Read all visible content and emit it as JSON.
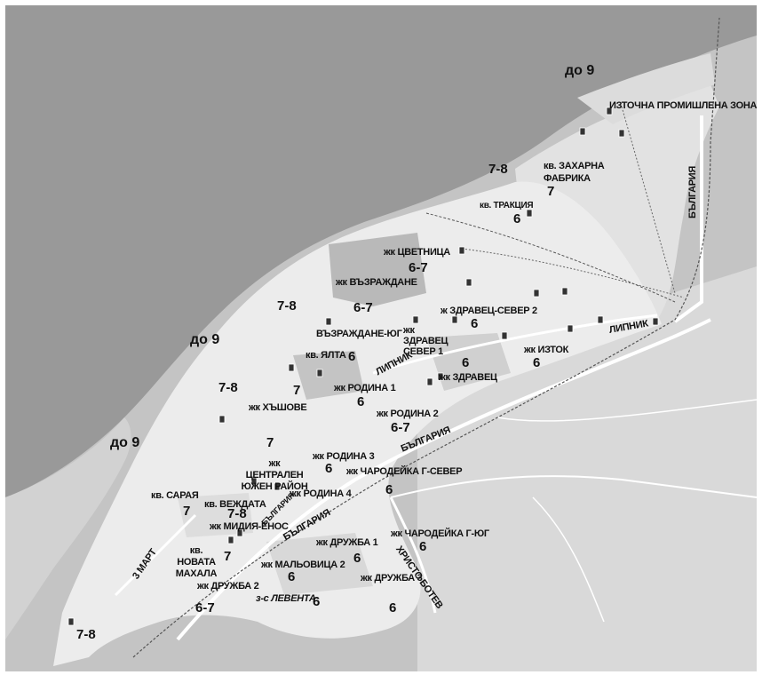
{
  "map": {
    "colors": {
      "river": "#999999",
      "land_far": "#c4c4c4",
      "land_near": "#d9d9d9",
      "city": "#ececec",
      "dense": "#b9b9b9",
      "road": "#ffffff",
      "rail": "#555555"
    },
    "icon": "bus-stop-icon",
    "districts": {
      "iztochna": "ИЗТОЧНА ПРОМИШЛЕНА ЗОНА",
      "zaharna": "кв. ЗАХАРНА ФАБРИКА",
      "trakciya": "кв. ТРАКЦИЯ",
      "cvetnica": "жк ЦВЕТНИЦА",
      "vazrazhdane": "жк ВЪЗРАЖДАНЕ",
      "zdravec_sever2": "ж ЗДРАВЕЦ-СЕВЕР 2",
      "vazrazhdane_yug": "ВЪЗРАЖДАНЕ-ЮГ",
      "zdravec_sever1": "жк ЗДРАВЕЦ СЕВЕР 1",
      "yalta": "кв. ЯЛТА",
      "iztok": "жк ИЗТОК",
      "zdravec": "жк ЗДРАВЕЦ",
      "rodina1": "жк РОДИНА 1",
      "hashove": "жк ХЪШОВЕ",
      "rodina2": "жк РОДИНА 2",
      "rodina3": "жк РОДИНА 3",
      "centralen": "жк ЦЕНТРАЛЕН ЮЖЕН РАЙОН",
      "charodeyka": "жк ЧАРОДЕЙКА Г-СЕВЕР",
      "rodina4": "жк РОДИНА 4",
      "saraya": "кв. САРАЯ",
      "vezhdata": "кв. ВЕЖДАТА",
      "midiya": "жк МИДИЯ-ЕНОС",
      "charodeyka_yug": "жк ЧАРОДЕЙКА Г-ЮГ",
      "novata": "кв. НОВАТА МАХАЛА",
      "druzhba1": "жк ДРУЖБА 1",
      "malvovica": "жк МАЛЬОВИЦА 2",
      "druzhba3": "жк ДРУЖБА 3",
      "druzhba2": "жк ДРУЖБА 2",
      "leventa": "з-с ЛЕВЕНТА"
    },
    "streets": {
      "bulgaria1": "БЪЛГАРИЯ",
      "bulgaria2": "БЪЛГАРИЯ",
      "bulgaria3": "БЪЛГАРИЯ",
      "bulgaria4": "БЪЛГАРИЯ",
      "lipnik1": "ЛИПНИК",
      "lipnik2": "ЛИПНИК",
      "hristo_botev": "ХРИСТО БОТЕВ",
      "tri_mart": "3 МАРТ"
    },
    "zones": {
      "do9_top": "до 9",
      "do9_left": "до 9",
      "do9_low": "до 9",
      "z78_zaharna": "7-8",
      "z7_zaharna": "7",
      "z6_trakciya": "6",
      "z67_cvetnica": "6-7",
      "z78_nw": "7-8",
      "z67_vaz": "6-7",
      "z6_zdravec2": "6",
      "z6_yalta": "6",
      "z6_zdravec": "6",
      "z6_iztok": "6",
      "z78_w": "7-8",
      "z7_hashove": "7",
      "z6_rodina1": "6",
      "z67_rodina2": "6-7",
      "z7_center": "7",
      "z6_rodina3": "6",
      "z6_charodeyka": "6",
      "z7_saraya": "7",
      "z78_vezhdata": "7-8",
      "z7_novata": "7",
      "z6_ch_yug": "6",
      "z6_druzhba1": "6",
      "z6_malvovica": "6",
      "z6_druzhba3": "6",
      "z67_druzhba2": "6-7",
      "z6_leventa": "6",
      "z78_sw": "7-8"
    }
  }
}
